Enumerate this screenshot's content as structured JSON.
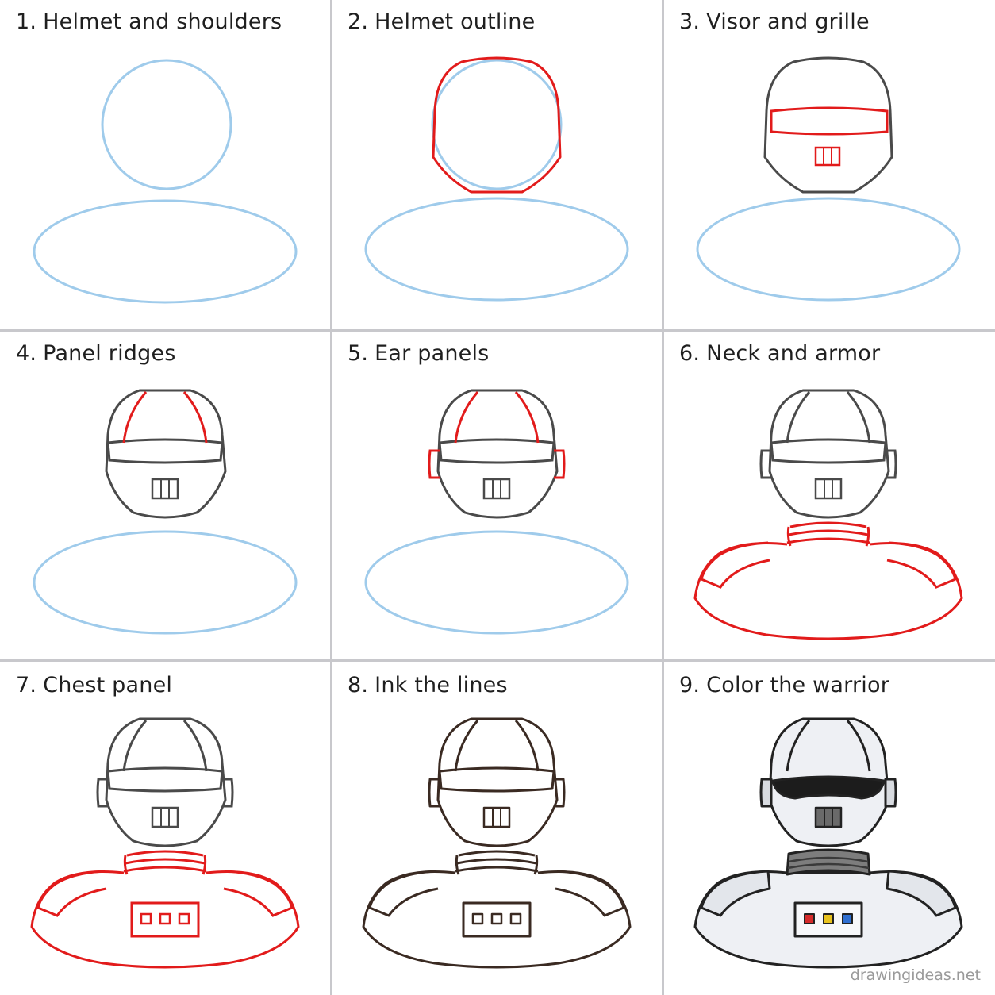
{
  "steps": [
    {
      "number": "1.",
      "title": "Helmet and shoulders"
    },
    {
      "number": "2.",
      "title": "Helmet outline"
    },
    {
      "number": "3.",
      "title": "Visor and grille"
    },
    {
      "number": "4.",
      "title": "Panel ridges"
    },
    {
      "number": "5.",
      "title": "Ear panels"
    },
    {
      "number": "6.",
      "title": "Neck and armor"
    },
    {
      "number": "7.",
      "title": "Chest panel"
    },
    {
      "number": "8.",
      "title": "Ink the lines"
    },
    {
      "number": "9.",
      "title": "Color the warrior"
    }
  ],
  "watermark": "drawingideas.net",
  "colors": {
    "guide_blue": "#9fcbeb",
    "new_red": "#e21b1b",
    "pencil_gray": "#4a4a4a",
    "ink_brown": "#3a2a22",
    "armor_fill": "#eef0f4",
    "visor_black": "#1c1c1c",
    "neck_gray": "#7d7d7d",
    "button_red": "#d62b2b",
    "button_yellow": "#e8c21e",
    "button_blue": "#2f6fd1",
    "grid": "#c8c8cc"
  }
}
